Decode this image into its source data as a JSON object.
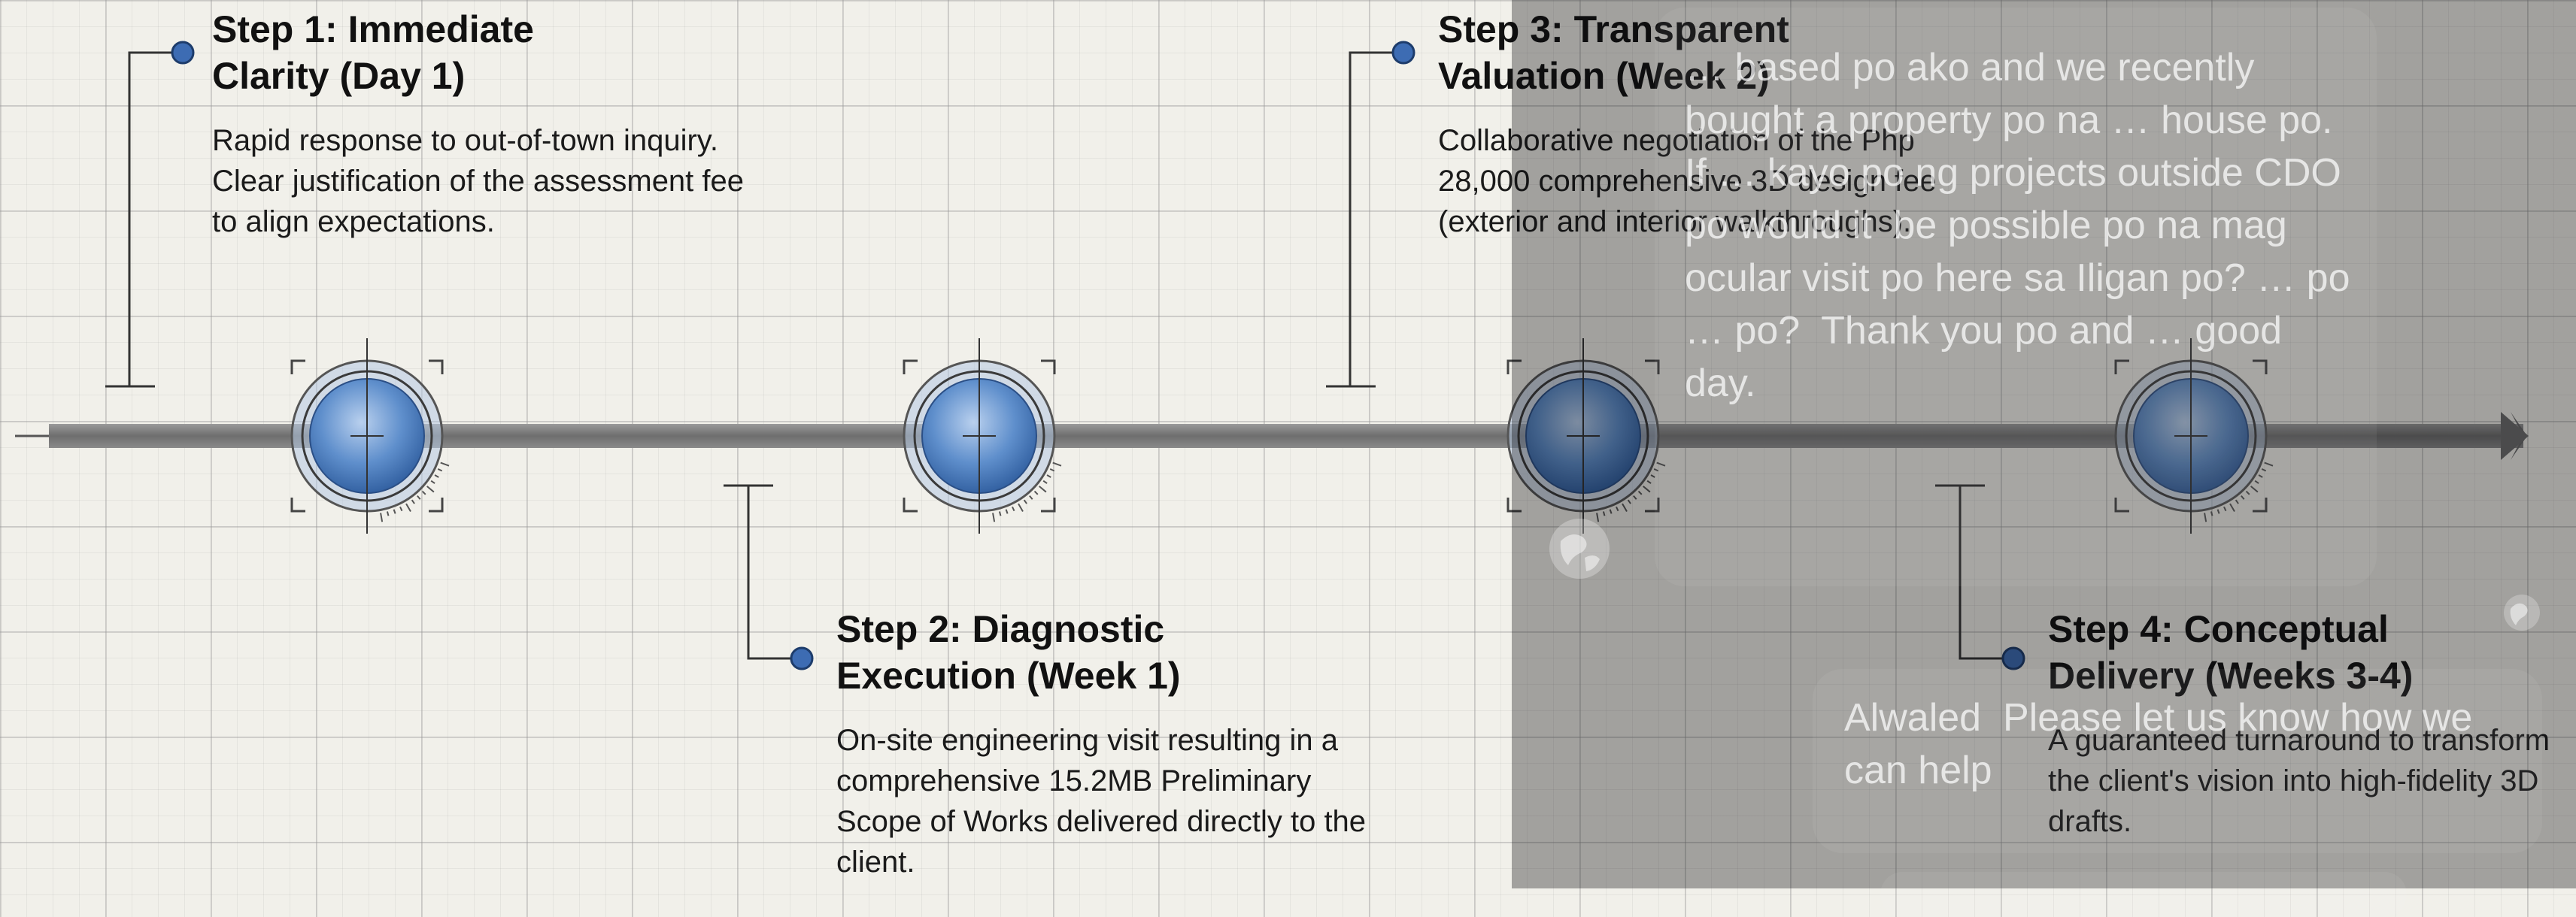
{
  "steps": [
    {
      "title_line1": "Step 1: Immediate",
      "title_line2": "Clarity (Day 1)",
      "description": "Rapid response to out-of-town inquiry. Clear justification of the assessment fee to align expectations."
    },
    {
      "title_line1": "Step 2: Diagnostic",
      "title_line2": "Execution (Week 1)",
      "description": "On-site engineering visit resulting in a comprehensive 15.2MB Preliminary Scope of Works delivered directly to the client."
    },
    {
      "title_line1": "Step 3: Transparent",
      "title_line2": "Valuation (Week 2)",
      "description": "Collaborative negotiation of the Php 28,000 comprehensive 3D design fee (exterior and interior walkthroughs)."
    },
    {
      "title_line1": "Step 4: Conceptual",
      "title_line2": "Delivery (Weeks 3-4)",
      "description": "A guaranteed turnaround to transform the client's vision into high-fidelity 3D drafts."
    }
  ],
  "chat": {
    "incoming_message": "… based po ako and we recently bought a property po na … house po. If … kayo po ng projects outside CDO po would it  be possible po na mag ocular visit po here sa Iligan po? … po … po?  Thank you po and … good day.",
    "reply_message": "Alwaled  Please let us know how we can help"
  },
  "colors": {
    "accent": "#3f6eb0",
    "axis": "#7a7a7a",
    "dot": "#3d6cb3"
  },
  "icons": {
    "milestone": "target-reticle-icon",
    "avatar": "globe-avatar-icon"
  }
}
